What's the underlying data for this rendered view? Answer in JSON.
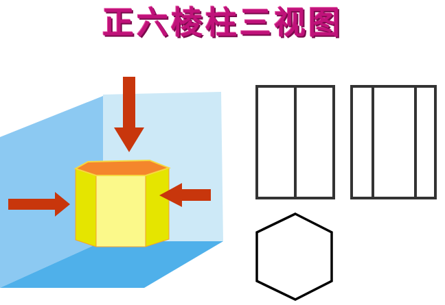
{
  "title": "正六棱柱三视图",
  "colors": {
    "title": "#c0127a",
    "back_plane": "#cde9f7",
    "left_plane": "#8cc9f2",
    "floor_plane": "#4fb0ea",
    "prism_top": "#f4862c",
    "prism_front": "#fbf98a",
    "prism_side": "#e5e500",
    "arrow": "#c8360c",
    "view_stroke": "#333333"
  },
  "views": [
    {
      "name": "front-view",
      "shape": "rectangle",
      "internal_lines": 1
    },
    {
      "name": "side-view",
      "shape": "rectangle",
      "internal_lines": 2
    },
    {
      "name": "top-view",
      "shape": "hexagon"
    }
  ],
  "arrows": [
    {
      "name": "top-arrow",
      "direction": "down"
    },
    {
      "name": "left-arrow",
      "direction": "right"
    },
    {
      "name": "right-arrow",
      "direction": "left"
    }
  ]
}
